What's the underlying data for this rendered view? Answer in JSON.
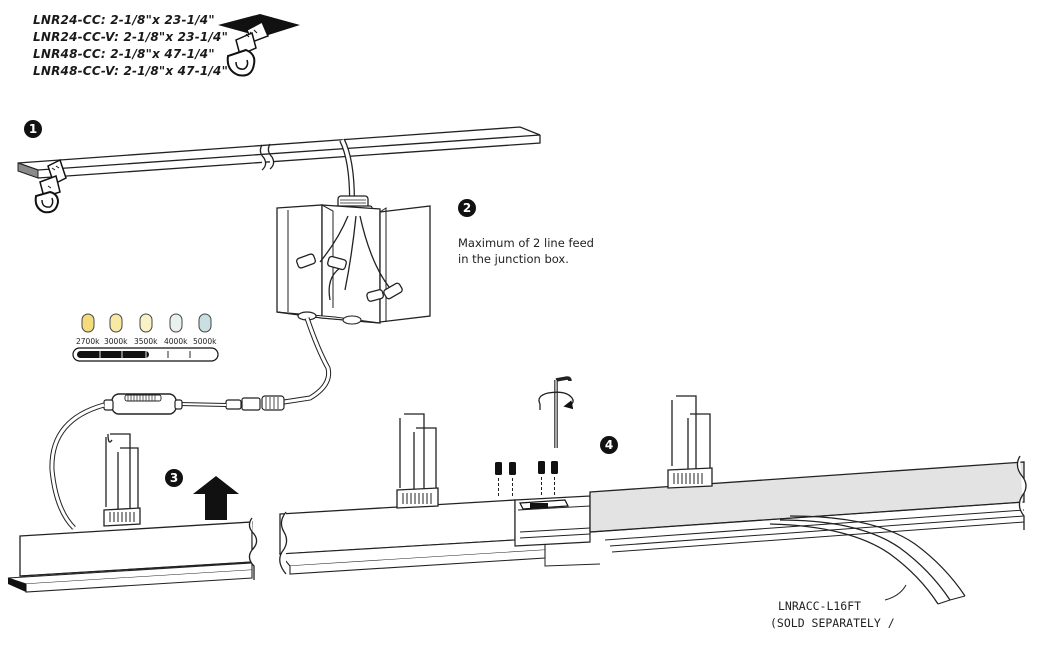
{
  "specs": [
    "LNR24-CC: 2-1/8\"x 23-1/4\"",
    "LNR24-CC-V: 2-1/8\"x 23-1/4\"",
    "LNR48-CC: 2-1/8\"x 47-1/4\"",
    "LNR48-CC-V: 2-1/8\"x 47-1/4\""
  ],
  "steps": {
    "step1": "1",
    "step2": "2",
    "step3": "3",
    "step4": "4"
  },
  "junction_note": {
    "line1": "Maximum of 2 line feed",
    "line2": "in the junction box."
  },
  "cct_options": [
    {
      "label": "2700k",
      "color": "#f4dc7c"
    },
    {
      "label": "3000k",
      "color": "#f8eaa2"
    },
    {
      "label": "3500k",
      "color": "#f8f2c6"
    },
    {
      "label": "4000k",
      "color": "#e9f0f0"
    },
    {
      "label": "5000k",
      "color": "#c9dfe2"
    }
  ],
  "accessory": {
    "line1": "LNRACC-L16FT",
    "line2": "(SOLD SEPARATELY /"
  },
  "icons": [
    "saw-icon",
    "hex-key-icon",
    "rotate-arrow-icon",
    "up-arrow-icon"
  ]
}
